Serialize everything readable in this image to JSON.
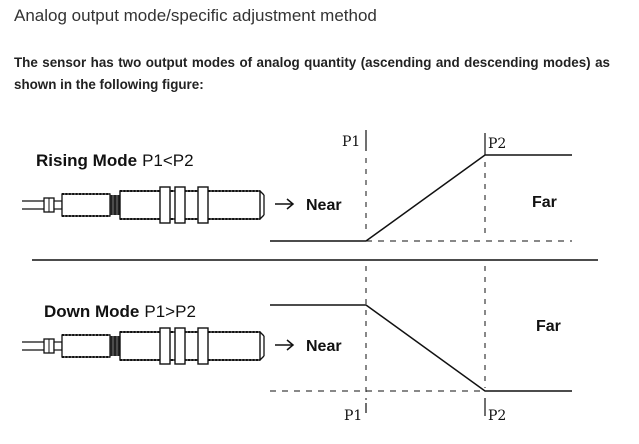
{
  "heading": "Analog output mode/specific adjustment method",
  "intro": "The sensor has two output modes of analog quantity (ascending and descending modes) as shown in the following figure:",
  "figure": {
    "rising": {
      "mode_name": "Rising Mode",
      "condition": "P1<P2",
      "near_label": "Near",
      "far_label": "Far",
      "p1_label": "P1",
      "p2_label": "P2"
    },
    "down": {
      "mode_name": "Down Mode",
      "condition": "P1>P2",
      "near_label": "Near",
      "far_label": "Far",
      "p1_label": "P1",
      "p2_label": "P2"
    },
    "icons": {
      "sensor": "cylindrical-proximity-sensor-icon",
      "arrow": "right-arrow-icon"
    }
  }
}
